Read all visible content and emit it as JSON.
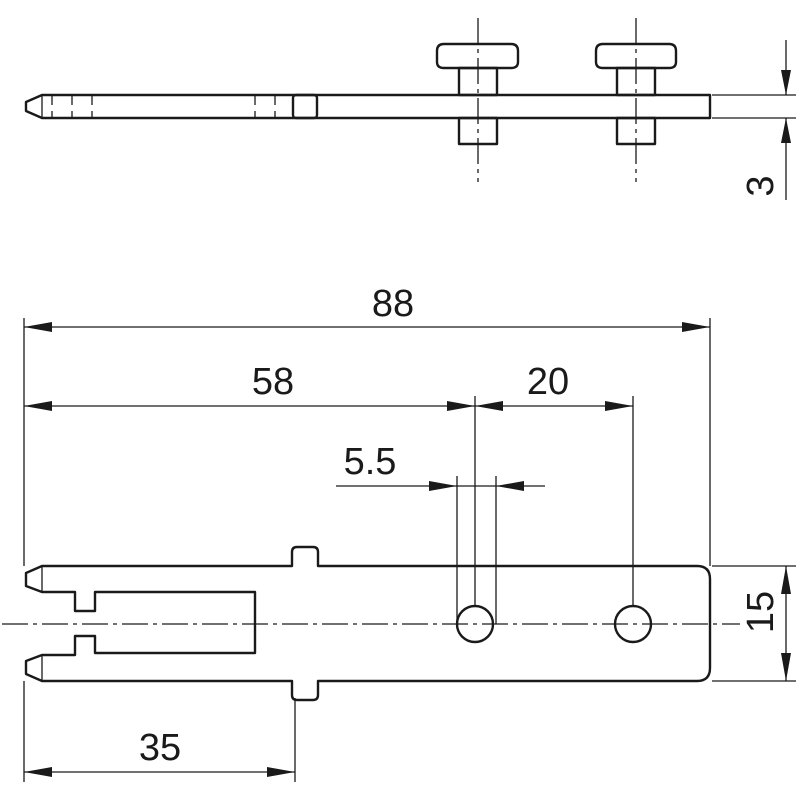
{
  "dimensions": {
    "total_length": "88",
    "hole1_position": "58",
    "hole_spacing": "20",
    "hole_diameter": "5.5",
    "width": "15",
    "neck_length": "35",
    "thickness": "3"
  }
}
